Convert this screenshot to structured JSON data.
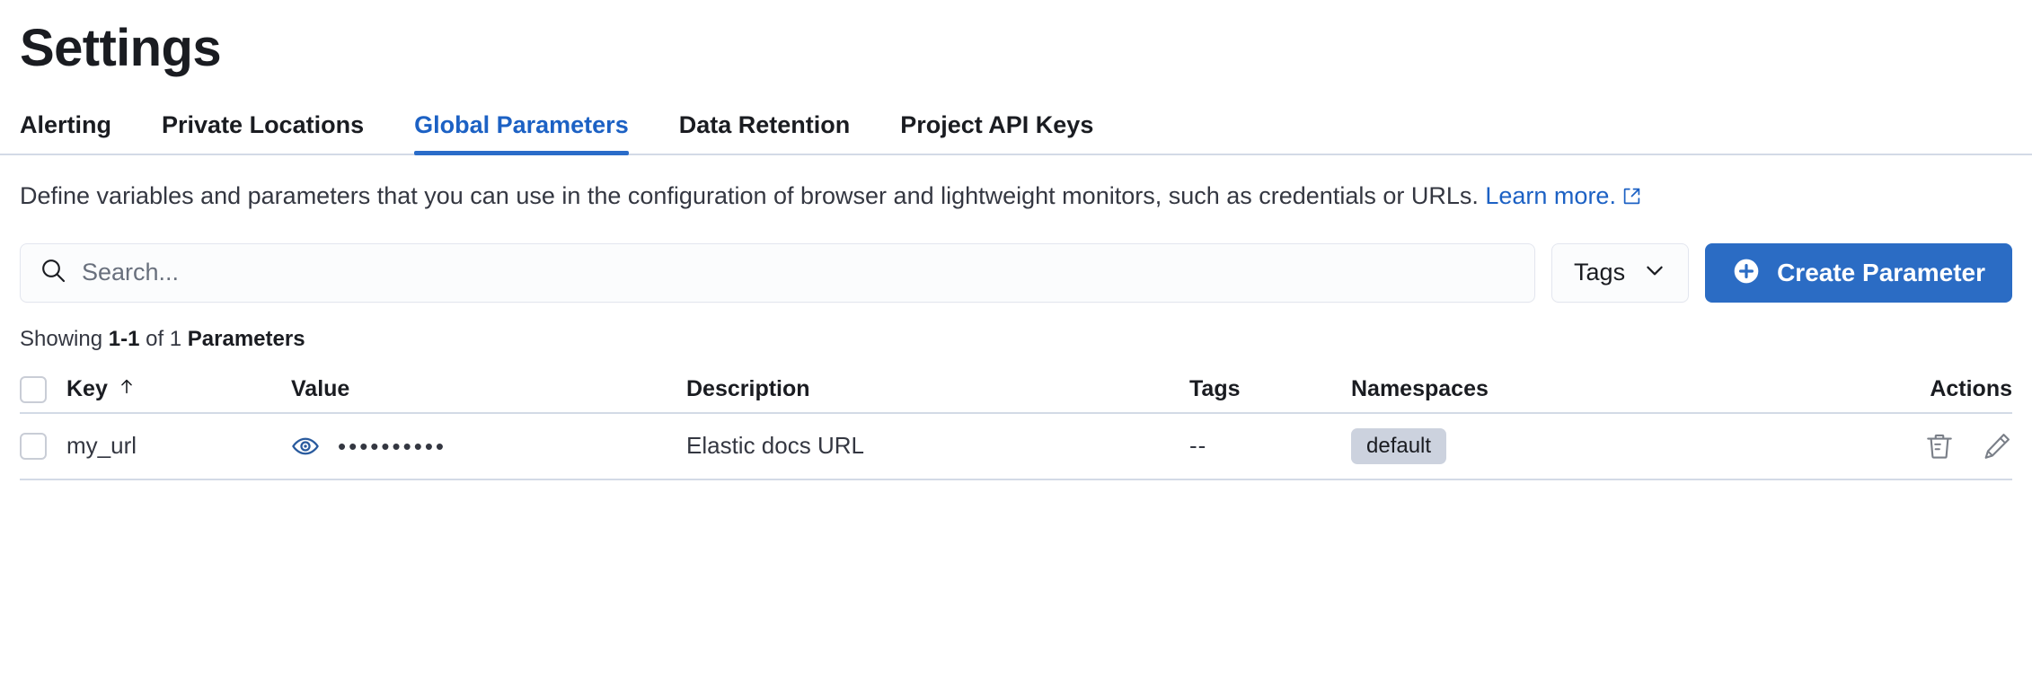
{
  "page": {
    "title": "Settings"
  },
  "tabs": [
    {
      "label": "Alerting",
      "active": false
    },
    {
      "label": "Private Locations",
      "active": false
    },
    {
      "label": "Global Parameters",
      "active": true
    },
    {
      "label": "Data Retention",
      "active": false
    },
    {
      "label": "Project API Keys",
      "active": false
    }
  ],
  "description": {
    "text": "Define variables and parameters that you can use in the configuration of browser and lightweight monitors, such as credentials or URLs. ",
    "link_label": "Learn more.",
    "link_icon": "external-link-icon"
  },
  "toolbar": {
    "search_placeholder": "Search...",
    "search_value": "",
    "search_icon": "search-icon",
    "tags_label": "Tags",
    "tags_chevron_icon": "chevron-down-icon",
    "create_label": "Create Parameter",
    "create_icon": "plus-circle-icon"
  },
  "results": {
    "prefix": "Showing ",
    "range": "1-1",
    "middle": " of 1 ",
    "noun": "Parameters"
  },
  "table": {
    "columns": [
      {
        "label": "Key",
        "sort_icon": "sort-ascending-arrow-icon"
      },
      {
        "label": "Value"
      },
      {
        "label": "Description"
      },
      {
        "label": "Tags"
      },
      {
        "label": "Namespaces"
      },
      {
        "label": "Actions"
      }
    ],
    "rows": [
      {
        "selected": false,
        "key": "my_url",
        "value_masked": "••••••••••",
        "value_toggle_icon": "eye-icon",
        "description": "Elastic docs URL",
        "tags": "--",
        "namespaces": [
          "default"
        ],
        "actions": [
          "trash-icon",
          "pencil-icon"
        ]
      }
    ]
  },
  "colors": {
    "accent_blue": "#2b6cc4",
    "link_blue": "#1c61c4",
    "text_dark": "#1a1c21",
    "text_body": "#343741",
    "muted": "#69707d",
    "border": "#d3dae6",
    "badge_bg": "#ccd2de"
  }
}
